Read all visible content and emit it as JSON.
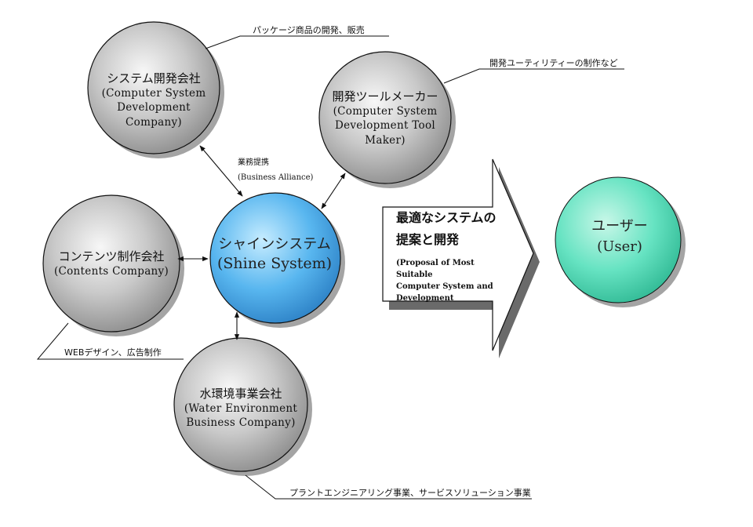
{
  "nodes": {
    "system_dev": {
      "jp": "システム開発会社",
      "en_line1": "(Computer System",
      "en_line2": "Development Company)"
    },
    "tool_maker": {
      "jp": "開発ツールメーカー",
      "en_line1": "(Computer System",
      "en_line2": "Development Tool",
      "en_line3": "Maker)"
    },
    "contents": {
      "jp": "コンテンツ制作会社",
      "en": "(Contents Company)"
    },
    "shine": {
      "jp": "シャインシステム",
      "en": "(Shine System)"
    },
    "water": {
      "jp": "水環境事業会社",
      "en_line1": "(Water  Environment",
      "en_line2": "Business  Company)"
    },
    "user": {
      "jp": "ユーザー",
      "en": "(User)"
    }
  },
  "notes": {
    "system_dev": "パッケージ商品の開発、販売",
    "tool_maker": "開発ユーティリティーの制作など",
    "contents": "WEBデザイン、広告制作",
    "water": "プラントエンジニアリング事業、サービスソリューション事業"
  },
  "alliance": {
    "jp": "業務提携",
    "en": "(Business Alliance)"
  },
  "big_arrow": {
    "jp_line1": "最適なシステムの",
    "jp_line2": "提案と開発",
    "en_line1": "(Proposal of Most Suitable",
    "en_line2": "Computer System and",
    "en_line3": "Development"
  },
  "colors": {
    "shine_fill": "#58b6ef",
    "user_fill": "#66e3c2",
    "partner_fill": "#b9b9b9",
    "outline": "#111111"
  }
}
